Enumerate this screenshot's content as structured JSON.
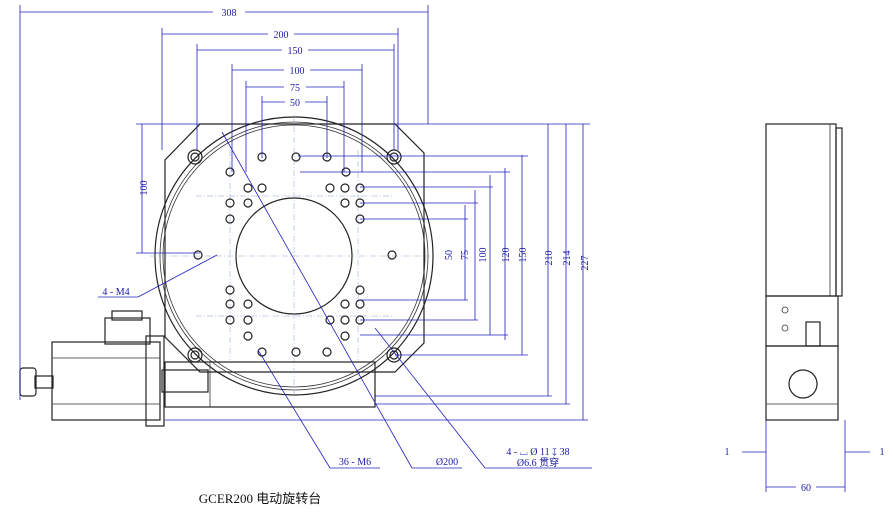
{
  "caption": "GCER200 电动旋转台",
  "dims": {
    "w308": "308",
    "w200": "200",
    "w150": "150",
    "w100": "100",
    "w75": "75",
    "w50": "50",
    "h100_left": "100",
    "h50": "50",
    "h75": "75",
    "h100": "100",
    "h120": "120",
    "h150": "150",
    "h210": "210",
    "h214": "214",
    "h227": "227",
    "side_left_1": "1",
    "side_right_1": "1",
    "side_60": "60"
  },
  "callouts": {
    "m4": "4 - M4",
    "m6": "36 - M6",
    "dia200": "Ø200",
    "cbore_line1": "4 - ⌴ Ø 11 ↧ 38",
    "cbore_line2": "Ø6.6 贯穿"
  }
}
